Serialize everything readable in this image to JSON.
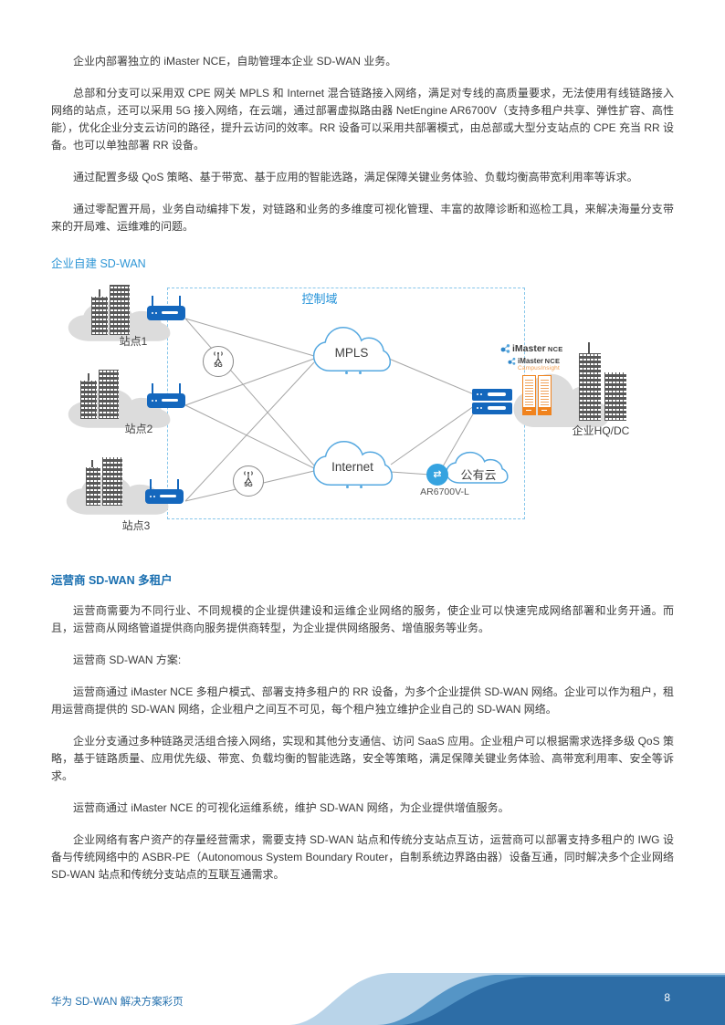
{
  "content": {
    "paragraphs_top": [
      "企业内部署独立的 iMaster NCE，自助管理本企业 SD-WAN 业务。",
      "总部和分支可以采用双 CPE 网关 MPLS 和 Internet 混合链路接入网络，满足对专线的高质量要求，无法使用有线链路接入网络的站点，还可以采用 5G 接入网络，在云端，通过部署虚拟路由器 NetEngine AR6700V（支持多租户共享、弹性扩容、高性能），优化企业分支云访问的路径，提升云访问的效率。RR 设备可以采用共部署模式，由总部或大型分支站点的 CPE 充当 RR 设备。也可以单独部署 RR 设备。",
      "通过配置多级 QoS 策略、基于带宽、基于应用的智能选路，满足保障关键业务体验、负载均衡高带宽利用率等诉求。",
      "通过零配置开局，业务自动编排下发，对链路和业务的多维度可视化管理、丰富的故障诊断和巡检工具，来解决海量分支带来的开局难、运维难的问题。"
    ],
    "heading_enterprise": "企业自建 SD-WAN",
    "heading_carrier": "运营商 SD-WAN 多租户",
    "paragraphs_carrier": [
      "运营商需要为不同行业、不同规模的企业提供建设和运维企业网络的服务，使企业可以快速完成网络部署和业务开通。而且，运营商从网络管道提供商向服务提供商转型，为企业提供网络服务、增值服务等业务。",
      "运营商 SD-WAN 方案:",
      "运营商通过 iMaster NCE 多租户模式、部署支持多租户的 RR 设备，为多个企业提供 SD-WAN 网络。企业可以作为租户，租用运营商提供的 SD-WAN 网络，企业租户之间互不可见，每个租户独立维护企业自己的 SD-WAN 网络。",
      "企业分支通过多种链路灵活组合接入网络，实现和其他分支通信、访问 SaaS 应用。企业租户可以根据需求选择多级 QoS 策略，基于链路质量、应用优先级、带宽、负载均衡的智能选路，安全等策略，满足保障关键业务体验、高带宽利用率、安全等诉求。",
      "运营商通过 iMaster NCE 的可视化运维系统，维护 SD-WAN 网络，为企业提供增值服务。",
      "企业网络有客户资产的存量经营需求，需要支持 SD-WAN 站点和传统分支站点互访，运营商可以部署支持多租户的 IWG 设备与传统网络中的 ASBR-PE（Autonomous System Boundary Router，自制系统边界路由器）设备互通，同时解决多个企业网络 SD-WAN 站点和传统分支站点的互联互通需求。"
    ]
  },
  "diagram": {
    "control_domain_label": "控制域",
    "sites": [
      {
        "label": "站点1"
      },
      {
        "label": "站点2"
      },
      {
        "label": "站点3"
      }
    ],
    "clouds": {
      "mpls": "MPLS",
      "internet": "Internet",
      "public_cloud": "公有云"
    },
    "labels": {
      "g5": "5G",
      "ar_router": "AR6700V-L",
      "hq": "企业HQ/DC",
      "imaster1_name": "iMaster",
      "imaster1_suffix": "NCE",
      "imaster2_name": "iMaster",
      "imaster2_suffix": "NCE",
      "imaster2_sub": "CampusInsight"
    }
  },
  "footer": {
    "left_text": "华为 SD-WAN 解决方案彩页",
    "page_number": "8"
  },
  "colors": {
    "heading_light_blue": "#2e96d6",
    "heading_bold_blue": "#1a6fb0",
    "device_blue": "#1467bd",
    "cloud_stroke_blue": "#55a8e0",
    "rack_orange": "#f0831e",
    "campusinsight_orange": "#f29b4a",
    "wave_light": "#b9d4e9",
    "wave_mid": "#5595c6",
    "wave_dark": "#2d6da6",
    "footer_text_blue": "#2470ad"
  }
}
